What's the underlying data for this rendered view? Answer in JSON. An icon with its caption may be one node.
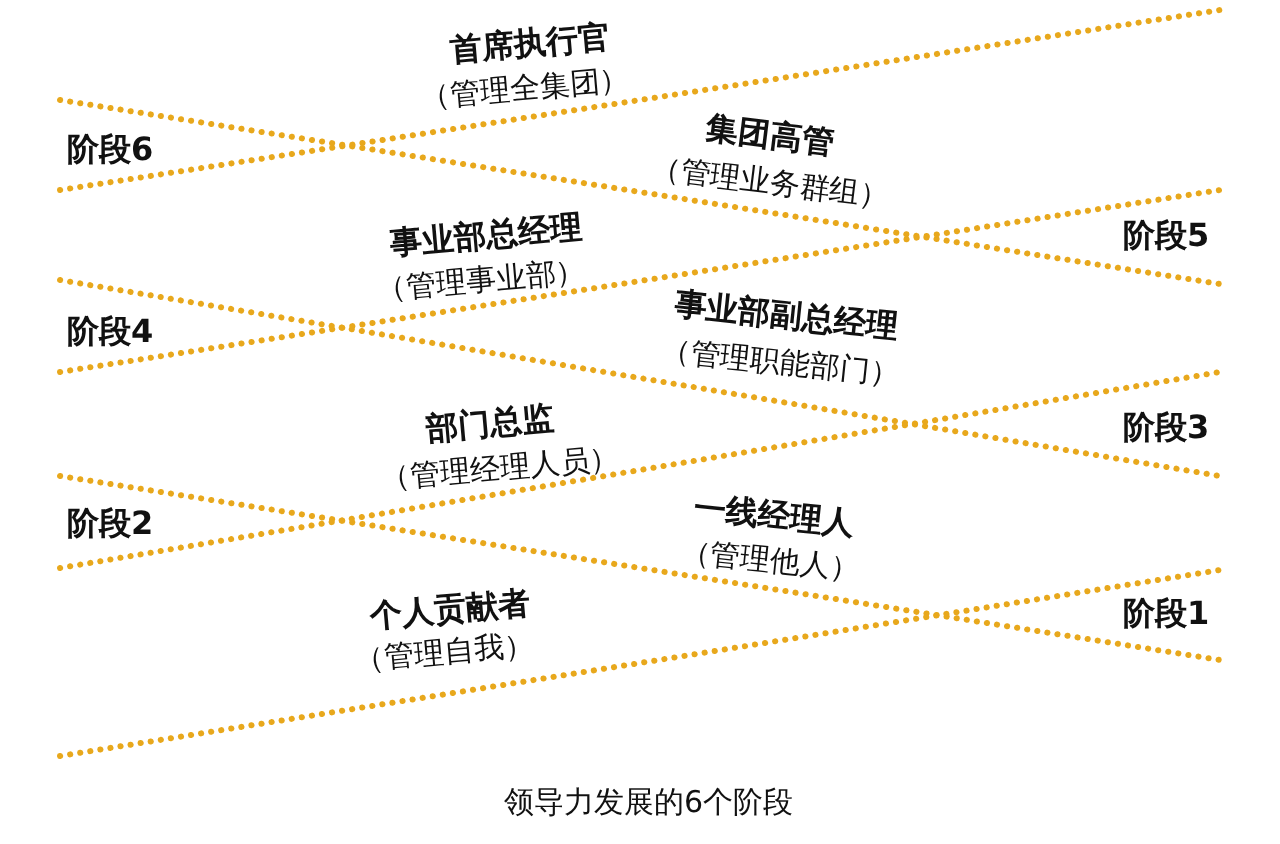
{
  "diagram": {
    "caption": "领导力发展的6个阶段",
    "labels": [
      "首席执行官",
      "（管理全集团）",
      "阶段6",
      "集团高管",
      "（管理业务群组）",
      "事业部总经理",
      "（管理事业部）",
      "阶段5",
      "阶段4",
      "事业部副总经理",
      "（管理职能部门）",
      "部门总监",
      "（管理经理人员）",
      "阶段3",
      "阶段2",
      "一线经理人",
      "（管理他人）",
      "个人贡献者",
      "（管理自我）",
      "阶段1"
    ]
  }
}
